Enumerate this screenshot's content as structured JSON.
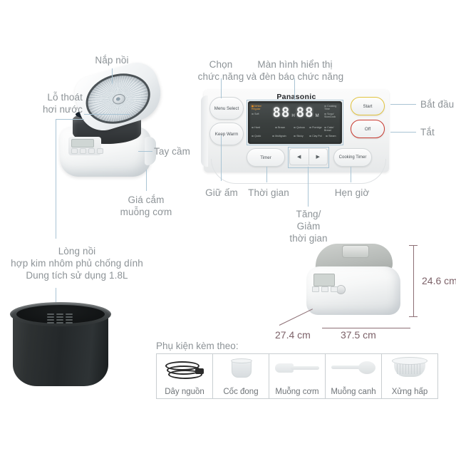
{
  "brand": "Panasonic",
  "callouts": {
    "lid": "Nắp nồi",
    "steam_vent": "Lỗ thoát\nhơi nước",
    "handle": "Tay cầm",
    "spoon_holder": "Giá cắm\nmuỗng cơm",
    "select_function": "Chọn\nchức năng",
    "display": "Màn hình hiển thị\nvà đèn báo chức năng",
    "start": "Bắt đầu",
    "off": "Tắt",
    "keep_warm": "Giữ ấm",
    "time": "Thời gian",
    "increase_decrease": "Tăng/\nGiảm\nthời gian",
    "set_timer": "Hẹn giờ",
    "inner_pot": "Lòng nồi\nhợp kim nhôm phủ chống dính\nDung tích sử dụng 1.8L"
  },
  "panel": {
    "buttons": {
      "menu_select": "Menu\nSelect",
      "keep_warm": "Keep\nWarm",
      "start": "Start",
      "off": "Off",
      "timer": "Timer",
      "cooking_timer": "Cooking\nTimer",
      "arrow_left": "◀",
      "arrow_right": "▶"
    },
    "display": {
      "hours": "88",
      "hour_unit": "H",
      "minutes": "88",
      "minute_unit": "M",
      "indicators_left": [
        "White/\nRegular",
        "Soft",
        "Hard",
        "Quick"
      ],
      "indicators_mid1": [
        "Brown",
        "Multigrain"
      ],
      "indicators_mid2": [
        "Quinoa",
        "Sticky"
      ],
      "indicators_mid3": [
        "Porridge",
        "Clay Pot"
      ],
      "indicators_right": [
        "Cooking\nTime",
        "Soup/\nSlowCook",
        "Cake/\nBread",
        "Steam"
      ]
    }
  },
  "dimensions": {
    "height": "24.6 cm",
    "depth": "27.4 cm",
    "width": "37.5 cm"
  },
  "accessories": {
    "title": "Phụ kiện kèm theo:",
    "items": [
      {
        "name": "Dây nguồn",
        "icon": "power-cord-icon"
      },
      {
        "name": "Cốc đong",
        "icon": "measuring-cup-icon"
      },
      {
        "name": "Muỗng cơm",
        "icon": "rice-paddle-icon"
      },
      {
        "name": "Muỗng canh",
        "icon": "soup-ladle-icon"
      },
      {
        "name": "Xửng hấp",
        "icon": "steam-basket-icon"
      }
    ]
  },
  "colors": {
    "leader_line": "#a9c4d4",
    "label_text": "#8d9397",
    "dimension_text": "#7c6168",
    "start_outline": "#e1c33f",
    "off_outline": "#c8392f",
    "indicator_on": "#f0a23c"
  }
}
